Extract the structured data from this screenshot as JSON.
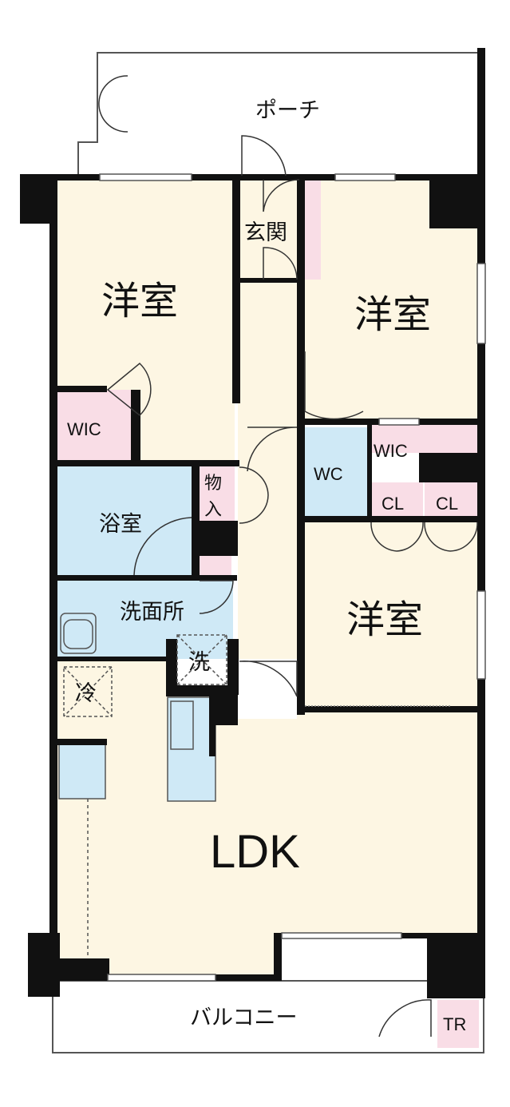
{
  "colors": {
    "wall": "#111111",
    "room_floor": "#fdf6e3",
    "wet_area": "#cfe9f6",
    "storage": "#f9dde6",
    "window": "#ffffff",
    "outline": "#555555"
  },
  "rooms": {
    "western_room_1": "洋室",
    "western_room_2": "洋室",
    "western_room_3": "洋室",
    "ldk": "LDK",
    "entrance": "玄関",
    "porch": "ポーチ",
    "bathroom": "浴室",
    "washroom": "洗面所",
    "toilet": "WC",
    "storage_closet": "物入",
    "walk_in_closet_1": "WIC",
    "walk_in_closet_2": "WIC",
    "closet_1": "CL",
    "closet_2": "CL",
    "fridge_space": "冷",
    "washer_space": "洗",
    "balcony": "バルコニー",
    "trunk_room": "TR"
  }
}
